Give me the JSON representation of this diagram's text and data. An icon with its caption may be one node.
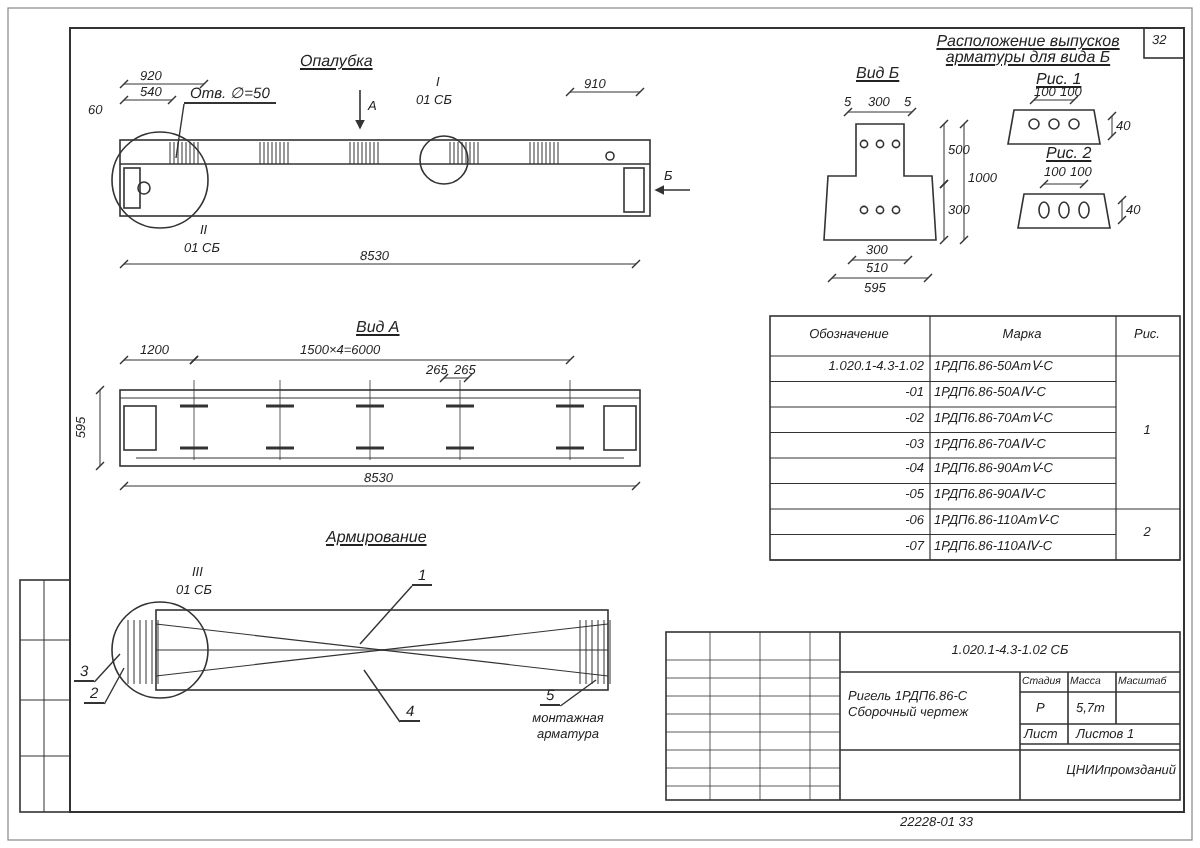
{
  "diagram": {
    "nodes": [
      {
        "text": [
          "Отв. ∅=50"
        ]
      },
      {
        "text": [
          "1"
        ]
      },
      {
        "text": [
          "2"
        ]
      },
      {
        "text": [
          "3"
        ]
      },
      {
        "text": [
          "4"
        ]
      },
      {
        "text": [
          "5"
        ],
        "beside": [
          "монтажная арматура"
        ]
      }
    ],
    "edges": [
      {
        "from": 0,
        "to": null,
        "arrow": "none"
      },
      {
        "from": 1,
        "to": null,
        "arrow": "none"
      },
      {
        "from": 2,
        "to": null,
        "arrow": "none"
      },
      {
        "from": 3,
        "to": null,
        "arrow": "none"
      },
      {
        "from": 4,
        "to": null,
        "arrow": "none"
      },
      {
        "from": 5,
        "to": null,
        "arrow": "none"
      }
    ],
    "labels": [
      "32",
      "Опалубка",
      "920",
      "540",
      "60",
      "I",
      "01 СБ",
      "А",
      "910",
      "Б",
      "II",
      "01 СБ",
      "8530",
      "Вид Б",
      "5",
      "300",
      "5",
      "595",
      "Расположение выпусков арматуры для вида Б",
      "Рис. 1",
      "100",
      "100",
      "Рис. 2",
      "100",
      "100",
      "Вид А",
      "1200",
      "1500×4=6000",
      "265",
      "265",
      "595",
      "8530",
      "Армирование",
      "III",
      "01 СБ",
      "Обозначение",
      "Марка",
      "Рис.",
      "1.020.1-4.3-1.02",
      "1РДП6.86-50АтⅤ-С",
      "1",
      "-01",
      "1РДП6.86-50АⅣ-С",
      "-02",
      "1РДП6.86-70АтⅤ-С",
      "-03",
      "1РДП6.86-70АⅣ-С",
      "-04",
      "1РДП6.86-90АтⅤ-С",
      "-05",
      "1РДП6.86-90АⅣ-С",
      "-06",
      "1РДП6.86-110АтⅤ-С",
      "2",
      "-07",
      "1РДП6.86-110АⅣ-С",
      "1.020.1-4.3-1.02 СБ",
      "Ригель 1РДП6.86-С Сборочный чертеж",
      "Стадия",
      "Масса",
      "Масштаб",
      "Р",
      "5,7т",
      "Лист",
      "Листов 1",
      "ЦНИИпромзданий",
      "22228-01 33",
      "40",
      "40",
      "500",
      "1000",
      "300",
      "300",
      "510"
    ]
  }
}
